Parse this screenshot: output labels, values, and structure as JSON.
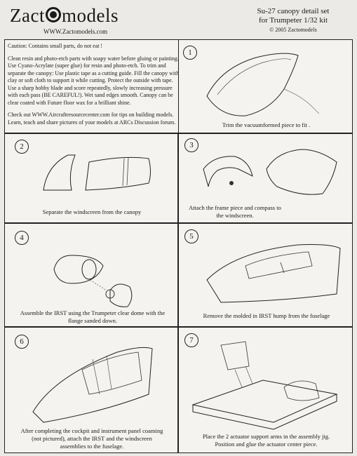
{
  "header": {
    "logo_text_left": "Zact",
    "logo_text_right": "models",
    "website": "WWW.Zactomodels.com",
    "product_line1": "Su-27 canopy detail set",
    "product_line2": "for Trumpeter 1/32 kit",
    "copyright": "© 2005 Zactomodels"
  },
  "intro": {
    "caution": "Caution: Contains small parts, do not eat !",
    "instructions": "Clean resin and photo-etch parts with soapy water before gluing or painting. Use Cyano-Acrylate (super glue) for resin and photo-etch. To trim and separate the canopy: Use plastic tape as a cutting guide. Fill the canopy with clay or soft cloth to support it while cutting. Protect the outside with tape. Use a sharp hobby blade and score repeatedly, slowly increasing pressure with each pass (BE CAREFUL!). Wet sand edges smooth. Canopy can be clear coated with Future floor wax for a brilliant shine.",
    "links": "Check out WWW.Aircraftresourcecenter.com for tips on building models. Learn, teach and share pictures of your models at ARCs Discussion forum."
  },
  "steps": [
    {
      "num": "1",
      "caption": "Trim the vacuumformed piece to fit ."
    },
    {
      "num": "2",
      "caption": "Separate the windscreen from the canopy"
    },
    {
      "num": "3",
      "caption": "Attach the frame piece and compass to the windscreen."
    },
    {
      "num": "4",
      "caption": "Assemble the IRST using the Trumpeter clear dome with the flange sanded down."
    },
    {
      "num": "5",
      "caption": "Remove the molded in IRST hump from the fuselage"
    },
    {
      "num": "6",
      "caption": "After completing the cockpit and instrument panel coaming (not pictured), attach the IRST and the windscreen assemblies to the fuselage."
    },
    {
      "num": "7",
      "caption": "Place the 2 actuator support arms in the assembly jig. Position and glue the actuator center piece."
    }
  ]
}
